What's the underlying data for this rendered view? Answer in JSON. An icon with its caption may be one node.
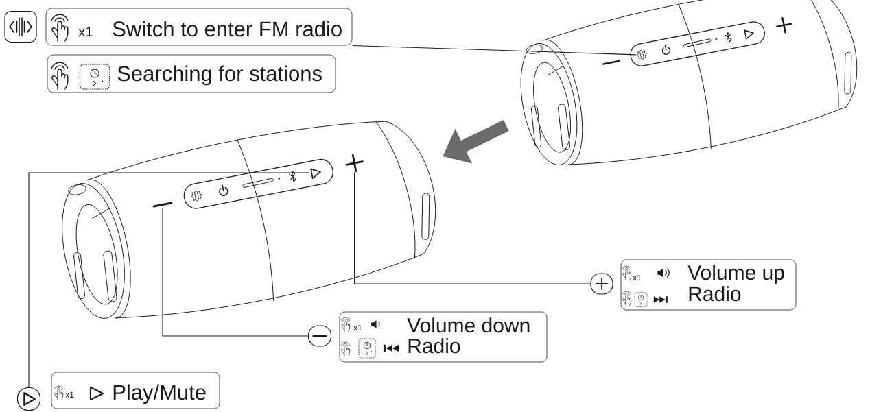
{
  "diagram": {
    "nodes": [
      {
        "text": [],
        "shape": "box"
      },
      {
        "text": [
          "x1",
          "Switch to enter FM radio"
        ]
      },
      {
        "text": [
          "Searching for stations"
        ]
      },
      {
        "text": [],
        "shape": "picture"
      },
      {
        "text": [],
        "shape": "picture",
        "in": 3
      },
      {
        "text": [],
        "shape": "picture"
      },
      {
        "text": [],
        "shape": "triangle",
        "in": 5
      },
      {
        "text": [],
        "shape": "cross",
        "in": 5
      },
      {
        "text": [],
        "shape": "bar",
        "in": 5
      },
      {
        "text": [],
        "shape": "circle"
      },
      {
        "text": [
          "x1",
          "Volume up",
          "Radio"
        ]
      },
      {
        "text": [],
        "shape": "circle"
      },
      {
        "text": [
          "x1",
          "Volume down",
          "Radio"
        ]
      },
      {
        "text": [],
        "shape": "circle"
      },
      {
        "text": [
          "x1",
          "Play/Mute"
        ]
      }
    ],
    "edges": [
      {
        "from": 1,
        "to": 4,
        "arrow": "none"
      },
      {
        "from": 3,
        "to": 5,
        "arrow": "to",
        "style": "thick",
        "color": "#6b6b6b"
      },
      {
        "from": 7,
        "to": 9,
        "arrow": "none"
      },
      {
        "from": 8,
        "to": 11,
        "arrow": "none"
      },
      {
        "from": 6,
        "to": 13,
        "arrow": "none"
      }
    ]
  }
}
